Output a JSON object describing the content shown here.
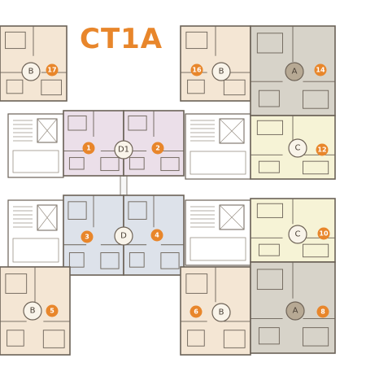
{
  "building": {
    "title": "CT1A"
  },
  "colors": {
    "type_a": "#d7d3c9",
    "type_b": "#f4e6d4",
    "type_c": "#f6f3d6",
    "type_d": "#dde2ea",
    "type_d1": "#ebdfe9",
    "core": "#ffffff",
    "badge": "#e8862b",
    "wall": "#6b6257",
    "title": "#e8862b"
  },
  "units": [
    {
      "type": "B",
      "number": "17"
    },
    {
      "type": "B",
      "number": "16"
    },
    {
      "type": "A",
      "number": "14"
    },
    {
      "type": "D1",
      "number": "1"
    },
    {
      "type": "D1",
      "number": "2"
    },
    {
      "type": "C",
      "number": "12"
    },
    {
      "type": "D",
      "number": "3"
    },
    {
      "type": "D",
      "number": "4"
    },
    {
      "type": "C",
      "number": "10"
    },
    {
      "type": "B",
      "number": "5"
    },
    {
      "type": "B",
      "number": "6"
    },
    {
      "type": "A",
      "number": "8"
    }
  ]
}
